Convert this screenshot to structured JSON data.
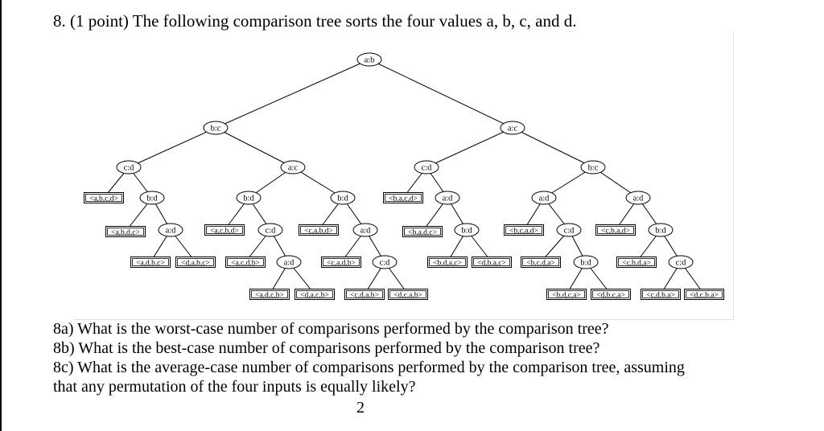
{
  "header": {
    "text": "8. (1 point) The following comparison tree sorts the four values a, b, c, and d."
  },
  "tree": {
    "nodes": [
      {
        "id": "root",
        "kind": "compare",
        "label": "a:b"
      },
      {
        "id": "n_bc",
        "kind": "compare",
        "label": "b:c"
      },
      {
        "id": "n_ac",
        "kind": "compare",
        "label": "a:c"
      },
      {
        "id": "n_cd1",
        "kind": "compare",
        "label": "c:d"
      },
      {
        "id": "n_ac2",
        "kind": "compare",
        "label": "a:c"
      },
      {
        "id": "n_cd2",
        "kind": "compare",
        "label": "c:d"
      },
      {
        "id": "n_bc2",
        "kind": "compare",
        "label": "b:c"
      },
      {
        "id": "l_abcd",
        "kind": "leaf",
        "label": "<a,b,c,d>"
      },
      {
        "id": "n_bd1",
        "kind": "compare",
        "label": "b:d"
      },
      {
        "id": "n_bd2",
        "kind": "compare",
        "label": "b:d"
      },
      {
        "id": "n_bd3",
        "kind": "compare",
        "label": "b:d"
      },
      {
        "id": "l_bacd",
        "kind": "leaf",
        "label": "<b,a,c,d>"
      },
      {
        "id": "n_ad1",
        "kind": "compare",
        "label": "a:d"
      },
      {
        "id": "n_ad2",
        "kind": "compare",
        "label": "a:d"
      },
      {
        "id": "n_ad3",
        "kind": "compare",
        "label": "a:d"
      },
      {
        "id": "l_abdc",
        "kind": "leaf",
        "label": "<a,b,d,c>"
      },
      {
        "id": "n_ad4",
        "kind": "compare",
        "label": "a:d"
      },
      {
        "id": "l_acbd",
        "kind": "leaf",
        "label": "<a,c,b,d>"
      },
      {
        "id": "n_cd3",
        "kind": "compare",
        "label": "c:d"
      },
      {
        "id": "l_cabd",
        "kind": "leaf",
        "label": "<c,a,b,d>"
      },
      {
        "id": "n_ad5",
        "kind": "compare",
        "label": "a:d"
      },
      {
        "id": "l_badc",
        "kind": "leaf",
        "label": "<b,a,d,c>"
      },
      {
        "id": "n_bd4",
        "kind": "compare",
        "label": "b:d"
      },
      {
        "id": "l_bcad",
        "kind": "leaf",
        "label": "<b,c,a,d>"
      },
      {
        "id": "n_cd4",
        "kind": "compare",
        "label": "c:d"
      },
      {
        "id": "l_cbad",
        "kind": "leaf",
        "label": "<c,b,a,d>"
      },
      {
        "id": "n_bd5",
        "kind": "compare",
        "label": "b:d"
      },
      {
        "id": "l_adbc",
        "kind": "leaf",
        "label": "<a,d,b,c>"
      },
      {
        "id": "l_dabc",
        "kind": "leaf",
        "label": "<d,a,b,c>"
      },
      {
        "id": "l_acdb",
        "kind": "leaf",
        "label": "<a,c,d,b>"
      },
      {
        "id": "n_ad6",
        "kind": "compare",
        "label": "a:d"
      },
      {
        "id": "l_cadb",
        "kind": "leaf",
        "label": "<c,a,d,b>"
      },
      {
        "id": "n_cd5",
        "kind": "compare",
        "label": "c:d"
      },
      {
        "id": "l_bdac",
        "kind": "leaf",
        "label": "<b,d,a,c>"
      },
      {
        "id": "l_dbac",
        "kind": "leaf",
        "label": "<d,b,a,c>"
      },
      {
        "id": "l_bcda",
        "kind": "leaf",
        "label": "<b,c,d,a>"
      },
      {
        "id": "n_bd6",
        "kind": "compare",
        "label": "b:d"
      },
      {
        "id": "l_cbda",
        "kind": "leaf",
        "label": "<c,b,d,a>"
      },
      {
        "id": "n_cd6",
        "kind": "compare",
        "label": "c:d"
      },
      {
        "id": "l_adcb",
        "kind": "leaf",
        "label": "<a,d,c,b>"
      },
      {
        "id": "l_dacb",
        "kind": "leaf",
        "label": "<d,a,c,b>"
      },
      {
        "id": "l_cdab",
        "kind": "leaf",
        "label": "<c,d,a,b>"
      },
      {
        "id": "l_dcab",
        "kind": "leaf",
        "label": "<d,c,a,b>"
      },
      {
        "id": "l_bdca",
        "kind": "leaf",
        "label": "<b,d,c,a>"
      },
      {
        "id": "l_dbca",
        "kind": "leaf",
        "label": "<d,b,c,a>"
      },
      {
        "id": "l_cdba",
        "kind": "leaf",
        "label": "<c,d,b,a>"
      },
      {
        "id": "l_dcba",
        "kind": "leaf",
        "label": "<d,c,b,a>"
      }
    ],
    "edges": [
      [
        "root",
        "n_bc"
      ],
      [
        "root",
        "n_ac"
      ],
      [
        "n_bc",
        "n_cd1"
      ],
      [
        "n_bc",
        "n_ac2"
      ],
      [
        "n_ac",
        "n_cd2"
      ],
      [
        "n_ac",
        "n_bc2"
      ],
      [
        "n_cd1",
        "l_abcd"
      ],
      [
        "n_cd1",
        "n_bd1"
      ],
      [
        "n_ac2",
        "n_bd2"
      ],
      [
        "n_ac2",
        "n_bd3"
      ],
      [
        "n_cd2",
        "l_bacd"
      ],
      [
        "n_cd2",
        "n_ad1"
      ],
      [
        "n_bc2",
        "n_ad2"
      ],
      [
        "n_bc2",
        "n_ad3"
      ],
      [
        "n_bd1",
        "l_abdc"
      ],
      [
        "n_bd1",
        "n_ad4"
      ],
      [
        "n_bd2",
        "l_acbd"
      ],
      [
        "n_bd2",
        "n_cd3"
      ],
      [
        "n_bd3",
        "l_cabd"
      ],
      [
        "n_bd3",
        "n_ad5"
      ],
      [
        "n_ad1",
        "l_badc"
      ],
      [
        "n_ad1",
        "n_bd4"
      ],
      [
        "n_ad2",
        "l_bcad"
      ],
      [
        "n_ad2",
        "n_cd4"
      ],
      [
        "n_ad3",
        "l_cbad"
      ],
      [
        "n_ad3",
        "n_bd5"
      ],
      [
        "n_ad4",
        "l_adbc"
      ],
      [
        "n_ad4",
        "l_dabc"
      ],
      [
        "n_cd3",
        "l_acdb"
      ],
      [
        "n_cd3",
        "n_ad6"
      ],
      [
        "n_ad5",
        "l_cadb"
      ],
      [
        "n_ad5",
        "n_cd5"
      ],
      [
        "n_bd4",
        "l_bdac"
      ],
      [
        "n_bd4",
        "l_dbac"
      ],
      [
        "n_cd4",
        "l_bcda"
      ],
      [
        "n_cd4",
        "n_bd6"
      ],
      [
        "n_bd5",
        "l_cbda"
      ],
      [
        "n_bd5",
        "n_cd6"
      ],
      [
        "n_ad6",
        "l_adcb"
      ],
      [
        "n_ad6",
        "l_dacb"
      ],
      [
        "n_cd5",
        "l_cdab"
      ],
      [
        "n_cd5",
        "l_dcab"
      ],
      [
        "n_bd6",
        "l_bdca"
      ],
      [
        "n_bd6",
        "l_dbca"
      ],
      [
        "n_cd6",
        "l_cdba"
      ],
      [
        "n_cd6",
        "l_dcba"
      ]
    ]
  },
  "questions": [
    "8a) What is the worst-case number of comparisons performed by the comparison tree?",
    "8b) What is the best-case number of comparisons performed by the comparison tree?",
    "8c) What is the average-case number of comparisons performed by the comparison tree, assuming",
    "that any permutation of the four inputs is equally likely?"
  ],
  "page_number": "2"
}
